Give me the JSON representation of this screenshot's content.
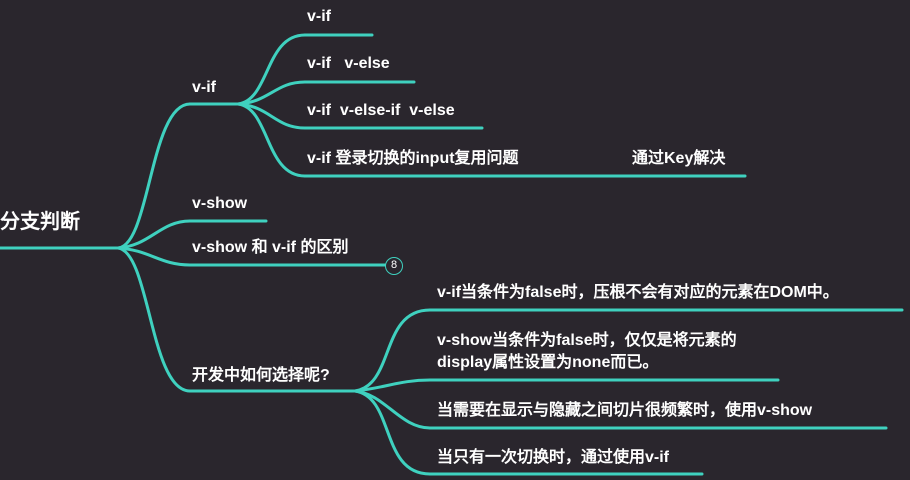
{
  "root": {
    "label": "分支判断"
  },
  "vif": {
    "label": "v-if",
    "children": [
      {
        "label": "v-if"
      },
      {
        "label": "v-if   v-else"
      },
      {
        "label": "v-if  v-else-if  v-else"
      },
      {
        "label": "v-if 登录切换的input复用问题"
      }
    ],
    "reuse_fix": "通过Key解决"
  },
  "vshow": {
    "label": "v-show"
  },
  "difference": {
    "label": "v-show 和 v-if 的区别",
    "badge": "8"
  },
  "choose": {
    "label": "开发中如何选择呢?",
    "children": [
      {
        "label": "v-if当条件为false时，压根不会有对应的元素在DOM中。"
      },
      {
        "label": "v-show当条件为false时，仅仅是将元素的display属性设置为none而已。"
      },
      {
        "label": "当需要在显示与隐藏之间切片很频繁时，使用v-show"
      },
      {
        "label": "当只有一次切换时，通过使用v-if"
      }
    ]
  },
  "colors": {
    "background": "#2a262d",
    "branch": "#3fd1bf",
    "text": "#ffffff"
  }
}
